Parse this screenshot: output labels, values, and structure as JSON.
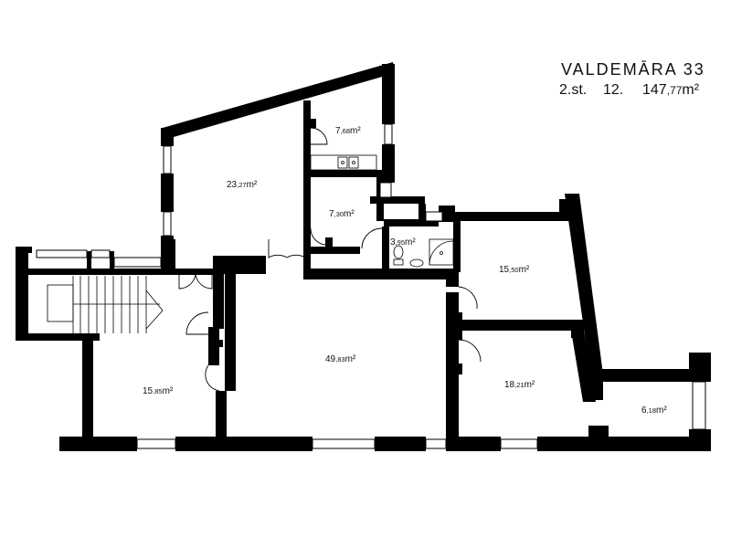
{
  "header": {
    "street": "VALDEMĀRA 33",
    "floor": "2.st.",
    "apartment": "12.",
    "total_area_int": "147",
    "total_area_dec": ",77",
    "total_area_unit": "m²"
  },
  "rooms": [
    {
      "id": "room-kitchen",
      "int": "7",
      "dec": ",68",
      "unit": "m²"
    },
    {
      "id": "room-living-23",
      "int": "23",
      "dec": ",27",
      "unit": "m²"
    },
    {
      "id": "room-hall-7",
      "int": "7",
      "dec": ",30",
      "unit": "m²"
    },
    {
      "id": "room-bath",
      "int": "3",
      "dec": ",95",
      "unit": "m²"
    },
    {
      "id": "room-15-50",
      "int": "15",
      "dec": ",50",
      "unit": "m²"
    },
    {
      "id": "room-49",
      "int": "49",
      "dec": ",83",
      "unit": "m²"
    },
    {
      "id": "room-18",
      "int": "18",
      "dec": ",21",
      "unit": "m²"
    },
    {
      "id": "room-15-85",
      "int": "15",
      "dec": ",85",
      "unit": "m²"
    },
    {
      "id": "room-6",
      "int": "6",
      "dec": ",18",
      "unit": "m²"
    }
  ]
}
